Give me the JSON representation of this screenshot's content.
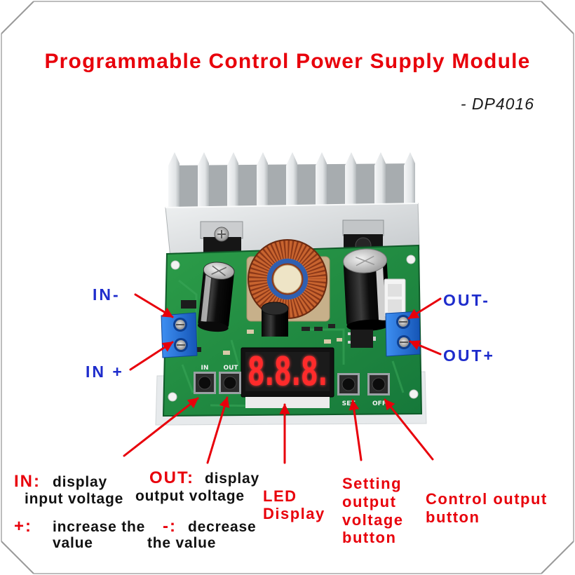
{
  "title": "Programmable Control Power Supply Module",
  "model": "- DP4016",
  "terminal_labels": {
    "in_minus": "IN-",
    "in_plus": "IN +",
    "out_minus": "OUT-",
    "out_plus": "OUT+"
  },
  "pcb_silkscreen": {
    "in": "IN",
    "out": "OUT",
    "set": "SET",
    "off": "OFF"
  },
  "led_display": {
    "reading": "8.8.8."
  },
  "annotations": {
    "in_button": {
      "key": "IN:",
      "text_lines": [
        "display",
        "input voltage"
      ]
    },
    "out_button": {
      "key": "OUT:",
      "text_lines": [
        "display",
        "output voltage"
      ]
    },
    "led": {
      "lines": [
        "LED",
        "Display"
      ]
    },
    "set_button": {
      "lines": [
        "Setting",
        "output",
        "voltage",
        "button"
      ]
    },
    "off_button": {
      "lines": [
        "Control output",
        "button"
      ]
    },
    "plus": {
      "key": "+:",
      "text_lines": [
        "increase the",
        "value"
      ]
    },
    "minus": {
      "key": "-:",
      "text_lines": [
        "decrease",
        "the value"
      ]
    }
  },
  "colors": {
    "label_red": "#e8000b",
    "label_blue": "#1e2ccc",
    "text_black": "#111111"
  }
}
